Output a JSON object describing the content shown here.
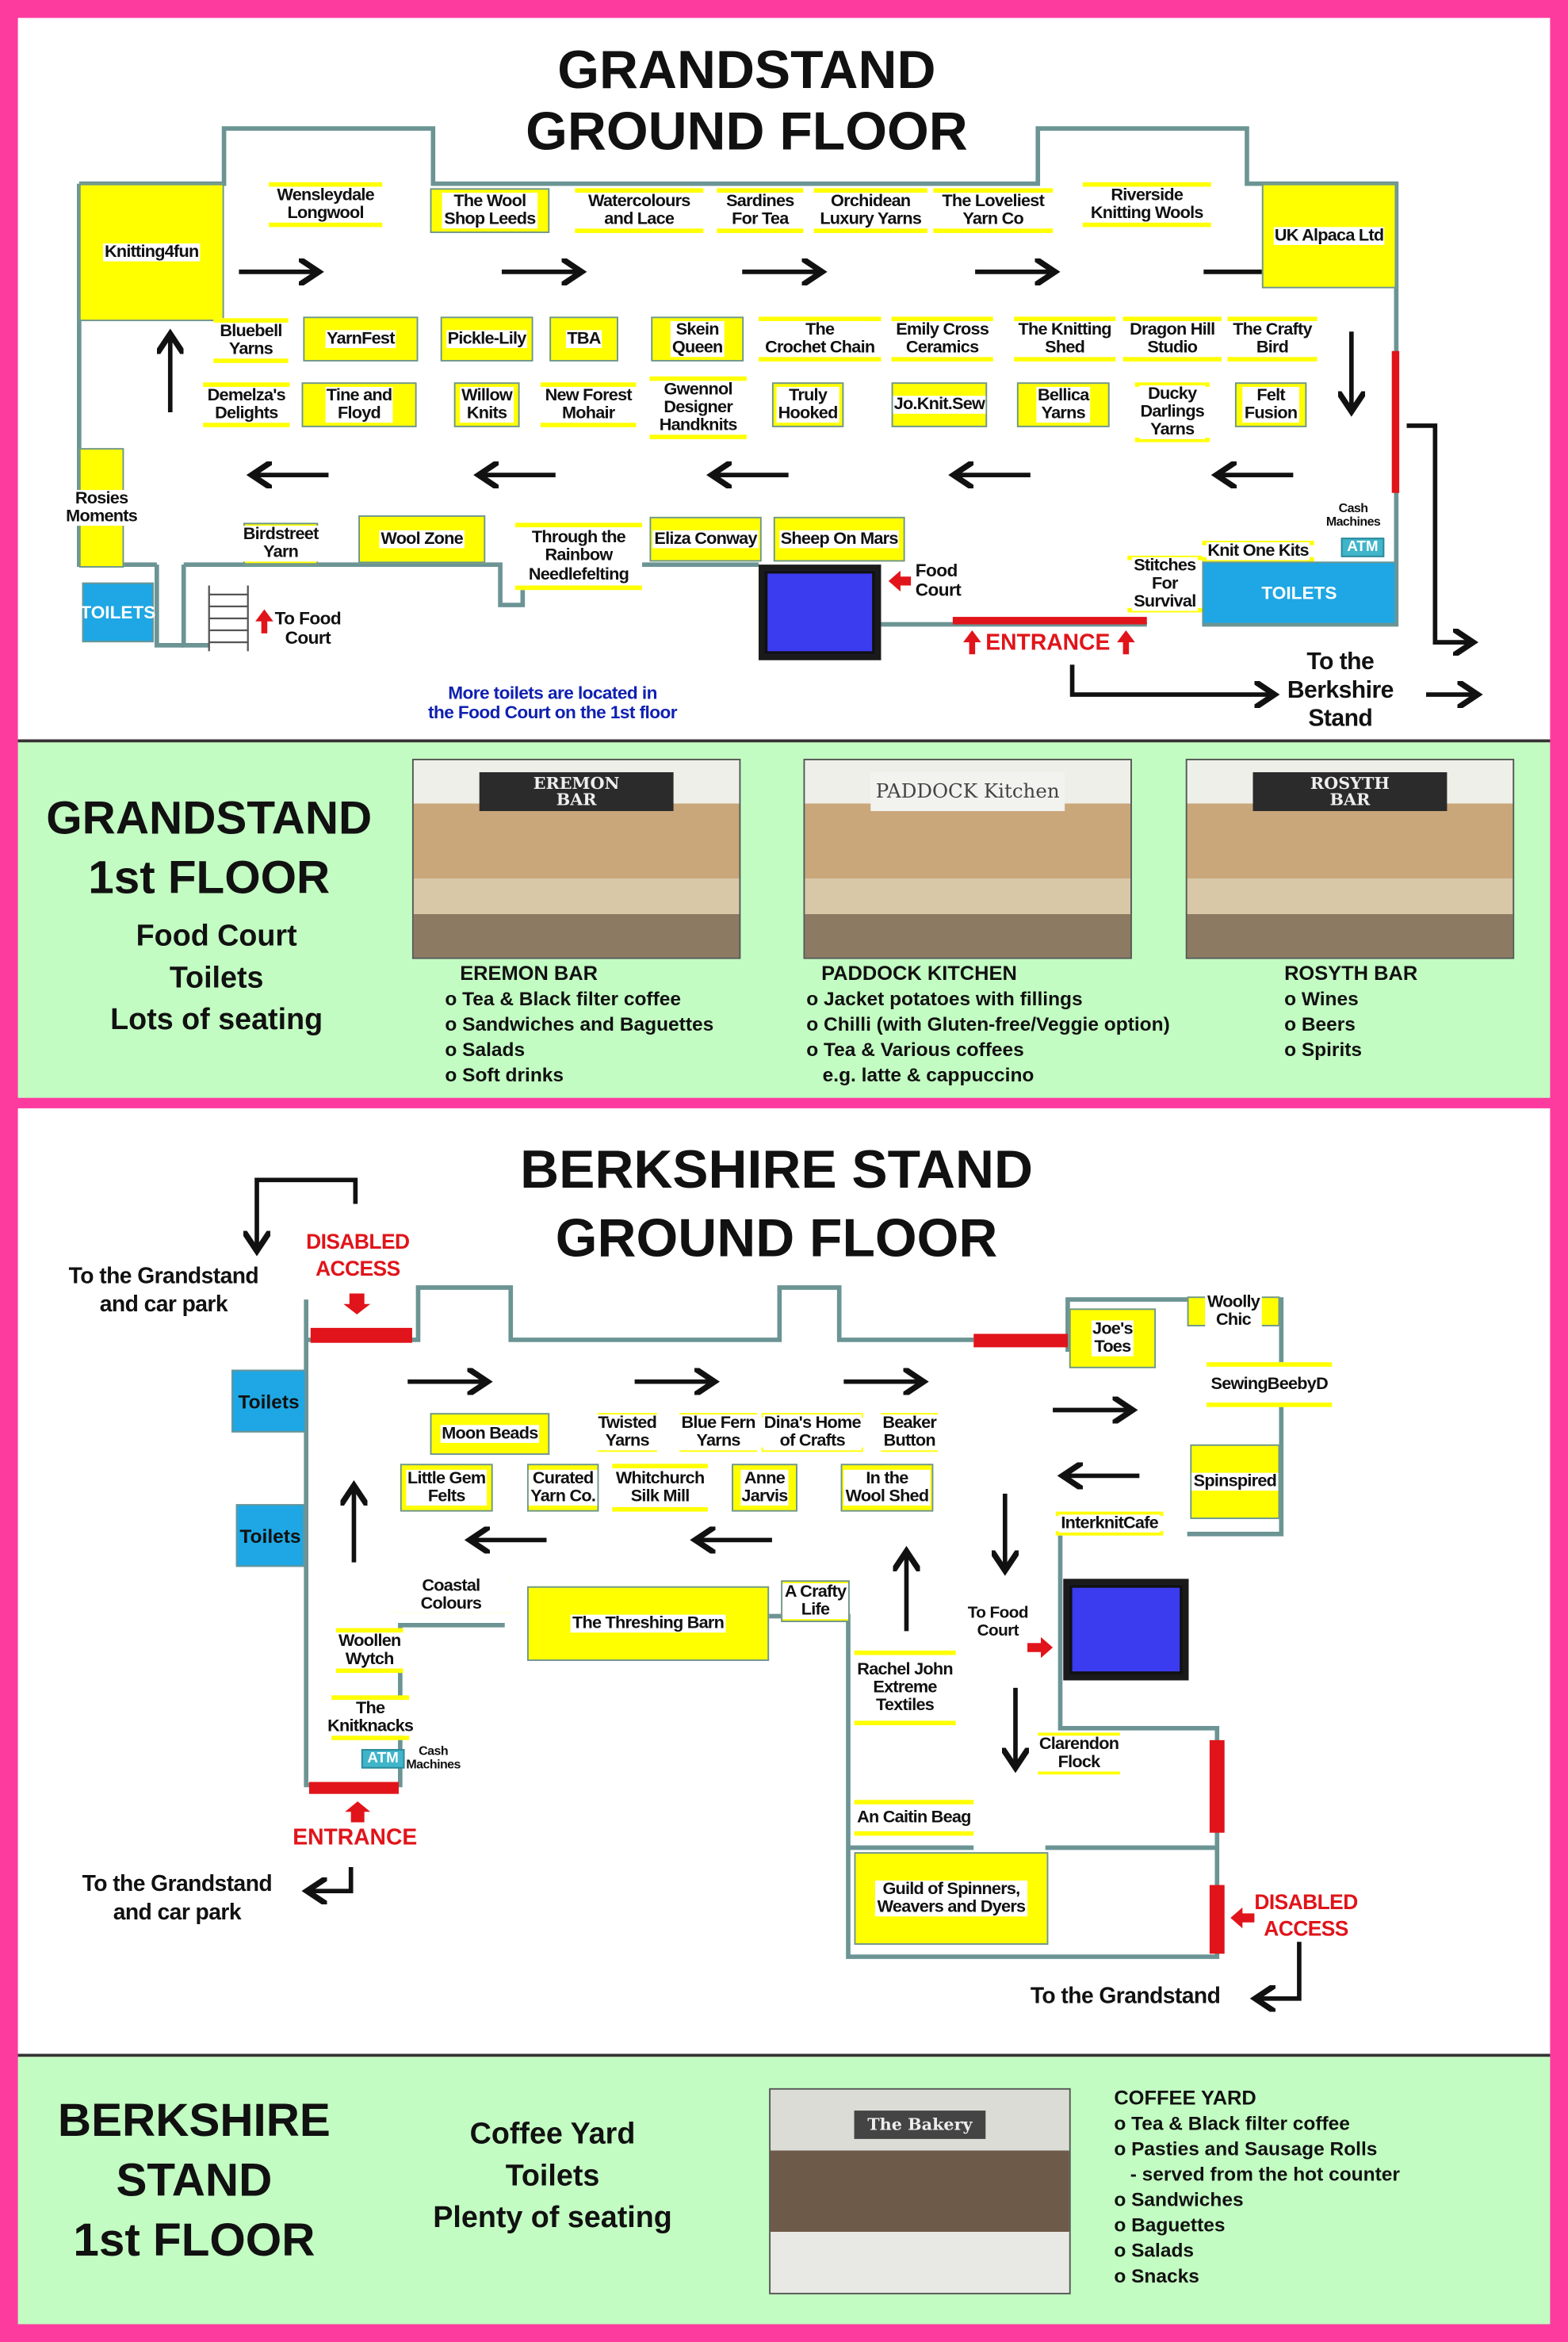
{
  "colors": {
    "frame": "#fd3b9f",
    "stall": "#ffff00",
    "toilets": "#1ea7e4",
    "wall": "#6c9494",
    "alert": "#e0141a",
    "floor_panel": "#c2fcc2",
    "lift": "#3b3bf0"
  },
  "grandstand_ground": {
    "title_line1": "GRANDSTAND",
    "title_line2": "GROUND FLOOR",
    "stalls": [
      "Knitting4fun",
      "Wensleydale\nLongwool",
      "The Wool\nShop Leeds",
      "Watercolours\nand Lace",
      "Sardines\nFor Tea",
      "Orchidean\nLuxury Yarns",
      "The Loveliest\nYarn Co",
      "Riverside\nKnitting Wools",
      "UK Alpaca Ltd",
      "Bluebell\nYarns",
      "YarnFest",
      "Pickle-Lily",
      "TBA",
      "Skein\nQueen",
      "The\nCrochet Chain",
      "Emily Cross\nCeramics",
      "The Knitting\nShed",
      "Dragon Hill\nStudio",
      "The Crafty\nBird",
      "Demelza's\nDelights",
      "Tine and\nFloyd",
      "Willow\nKnits",
      "New Forest\nMohair",
      "Gwennol\nDesigner\nHandknits",
      "Truly\nHooked",
      "Jo.Knit.Sew",
      "Bellica\nYarns",
      "Ducky\nDarlings\nYarns",
      "Felt\nFusion",
      "Rosies\nMoments",
      "Birdstreet\nYarn",
      "Wool Zone",
      "Through the\nRainbow\nNeedlefelting",
      "Eliza Conway",
      "Sheep On Mars",
      "Stitches\nFor\nSurvival",
      "Knit One Kits"
    ],
    "toilets_left": "TOILETS",
    "toilets_right": "TOILETS",
    "to_food_court_stairs": "To Food\nCourt",
    "food_court_lift": "Food\nCourt",
    "cash_machines": "Cash\nMachines",
    "atm": "ATM",
    "entrance": "ENTRANCE",
    "to_berkshire": "To the\nBerkshire\nStand",
    "note": "More toilets are located in\nthe Food Court on the 1st floor"
  },
  "grandstand_first": {
    "title_line1": "GRANDSTAND",
    "title_line2": "1st FLOOR",
    "features": [
      "Food Court",
      "Toilets",
      "Lots of seating"
    ],
    "venues": [
      {
        "sign": "EREMON\nBAR",
        "name": "EREMON BAR",
        "items": [
          "o Tea & Black filter coffee",
          "o Sandwiches and Baguettes",
          "o Salads",
          "o Soft drinks"
        ]
      },
      {
        "sign": "PADDOCK Kitchen",
        "name": "PADDOCK KITCHEN",
        "items": [
          "o Jacket potatoes with fillings",
          "o Chilli (with Gluten-free/Veggie option)",
          "o Tea & Various coffees",
          "   e.g. latte & cappuccino"
        ]
      },
      {
        "sign": "ROSYTH\nBAR",
        "name": "ROSYTH BAR",
        "items": [
          "o Wines",
          "o Beers",
          "o Spirits"
        ]
      }
    ]
  },
  "berkshire_ground": {
    "title_line1": "BERKSHIRE STAND",
    "title_line2": "GROUND FLOOR",
    "to_grandstand_top": "To the Grandstand\nand car park",
    "disabled_access_top": "DISABLED\nACCESS",
    "toilets_1": "Toilets",
    "toilets_2": "Toilets",
    "stalls": [
      "Moon Beads",
      "Twisted\nYarns",
      "Blue Fern\nYarns",
      "Dina's Home\nof Crafts",
      "Beaker\nButton",
      "Little Gem\nFelts",
      "Curated\nYarn Co.",
      "Whitchurch\nSilk Mill",
      "Anne\nJarvis",
      "In the\nWool Shed",
      "Coastal Colours",
      "The Threshing Barn",
      "A Crafty\nLife",
      "Woollen\nWytch",
      "The\nKnitknacks",
      "Rachel John\nExtreme\nTextiles",
      "An Caitin Beag",
      "Guild of Spinners,\nWeavers and Dyers",
      "Joe's\nToes",
      "Woolly\nChic",
      "SewingBeebyD",
      "Spinspired",
      "InterknitCafe",
      "Clarendon\nFlock"
    ],
    "atm": "ATM",
    "cash_machines": "Cash\nMachines",
    "entrance": "ENTRANCE",
    "to_grandstand_bottom": "To the Grandstand\nand car park",
    "to_food_court": "To Food\nCourt",
    "disabled_access_right": "DISABLED\nACCESS",
    "to_grandstand_right": "To the Grandstand"
  },
  "berkshire_first": {
    "title_lines": [
      "BERKSHIRE",
      "STAND",
      "1st FLOOR"
    ],
    "features": [
      "Coffee Yard",
      "Toilets",
      "Plenty of seating"
    ],
    "photo_sign": "The Bakery",
    "menu_title": "COFFEE YARD",
    "menu_items": [
      "o Tea & Black filter coffee",
      "o Pasties and Sausage Rolls",
      "   - served from the hot counter",
      "o Sandwiches",
      "o Baguettes",
      "o Salads",
      "o Snacks"
    ]
  }
}
